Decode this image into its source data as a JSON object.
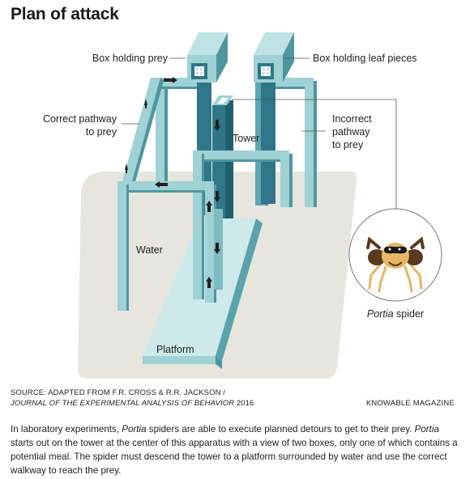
{
  "title": "Plan of attack",
  "labels": {
    "box_prey": "Box holding prey",
    "box_leaf": "Box holding leaf pieces",
    "correct_1": "Correct pathway",
    "correct_2": "to prey",
    "tower": "Tower",
    "incorrect_1": "Incorrect",
    "incorrect_2": "pathway",
    "incorrect_3": "to prey",
    "water": "Water",
    "platform": "Platform",
    "spider_name": "Portia",
    "spider_suffix": " spider"
  },
  "source": {
    "line1": "SOURCE: ADAPTED FROM F.R. CROSS & R.R. JACKSON /",
    "journal": "JOURNAL OF THE EXPERIMENTAL ANALYSIS OF BEHAVIOR",
    "year": " 2016"
  },
  "brand": "KNOWABLE MAGAZINE",
  "caption": {
    "p1": "In laboratory experiments, ",
    "portia1": "Portia",
    "p2": " spiders are able to execute planned detours to get to their prey. ",
    "portia2": "Portia",
    "p3": " starts out on the tower at the center of this apparatus with a view of two boxes, only one of which contains a potential meal. The spider must descend the tower to a platform surrounded by water and use the correct walkway to reach the prey."
  },
  "colors": {
    "water": "#e6e6df",
    "frame_light": "#9fd1d5",
    "frame_dark": "#4f969f",
    "tower": "#2e7688",
    "platform": "#cde9ea",
    "arrow": "#222222"
  }
}
